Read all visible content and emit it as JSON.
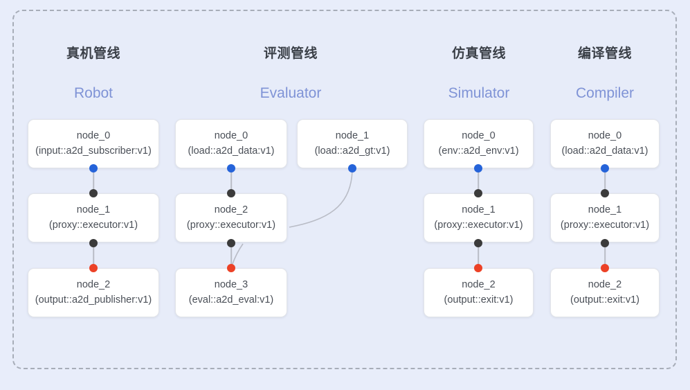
{
  "diagram": {
    "title_visible": false,
    "background_color": "#e8edfa",
    "frame_border_color": "#a7adb8",
    "accent_colors": {
      "port_blue": "#2563d9",
      "port_black": "#3b3b3b",
      "port_red": "#ec4126",
      "subtitle_blue": "#7f93d6",
      "link_gray": "#b9bcc6"
    }
  },
  "columns": [
    {
      "id": "robot",
      "title": "真机管线",
      "subtitle": "Robot",
      "nodes": [
        {
          "name": "node_0",
          "type": "(input::a2d_subscriber:v1)",
          "out_port": "blue"
        },
        {
          "name": "node_1",
          "type": "(proxy::executor:v1)",
          "in_port": "black",
          "out_port": "black"
        },
        {
          "name": "node_2",
          "type": "(output::a2d_publisher:v1)",
          "in_port": "red"
        }
      ]
    },
    {
      "id": "evaluator",
      "title": "评测管线",
      "subtitle": "Evaluator",
      "nodes": [
        {
          "name": "node_0",
          "type": "(load::a2d_data:v1)",
          "out_port": "blue"
        },
        {
          "name": "node_1",
          "type": "(load::a2d_gt:v1)",
          "out_port": "blue"
        },
        {
          "name": "node_2",
          "type": "(proxy::executor:v1)",
          "in_port": "black",
          "out_port": "black"
        },
        {
          "name": "node_3",
          "type": "(eval::a2d_eval:v1)",
          "in_port": "red"
        }
      ]
    },
    {
      "id": "simulator",
      "title": "仿真管线",
      "subtitle": "Simulator",
      "nodes": [
        {
          "name": "node_0",
          "type": "(env::a2d_env:v1)",
          "out_port": "blue"
        },
        {
          "name": "node_1",
          "type": "(proxy::executor:v1)",
          "in_port": "black",
          "out_port": "black"
        },
        {
          "name": "node_2",
          "type": "(output::exit:v1)",
          "in_port": "red"
        }
      ]
    },
    {
      "id": "compiler",
      "title": "编译管线",
      "subtitle": "Compiler",
      "nodes": [
        {
          "name": "node_0",
          "type": "(load::a2d_data:v1)",
          "out_port": "blue"
        },
        {
          "name": "node_1",
          "type": "(proxy::executor:v1)",
          "in_port": "black",
          "out_port": "black"
        },
        {
          "name": "node_2",
          "type": "(output::exit:v1)",
          "in_port": "red"
        }
      ]
    }
  ],
  "edges": [
    {
      "from": "robot.node_0",
      "to": "robot.node_1",
      "shape": "straight"
    },
    {
      "from": "robot.node_1",
      "to": "robot.node_2",
      "shape": "straight"
    },
    {
      "from": "evaluator.node_0",
      "to": "evaluator.node_2",
      "shape": "straight"
    },
    {
      "from": "evaluator.node_2",
      "to": "evaluator.node_3",
      "shape": "straight"
    },
    {
      "from": "evaluator.node_1",
      "to": "evaluator.node_3",
      "shape": "curved"
    },
    {
      "from": "simulator.node_0",
      "to": "simulator.node_1",
      "shape": "straight"
    },
    {
      "from": "simulator.node_1",
      "to": "simulator.node_2",
      "shape": "straight"
    },
    {
      "from": "compiler.node_0",
      "to": "compiler.node_1",
      "shape": "straight"
    },
    {
      "from": "compiler.node_1",
      "to": "compiler.node_2",
      "shape": "straight"
    }
  ]
}
